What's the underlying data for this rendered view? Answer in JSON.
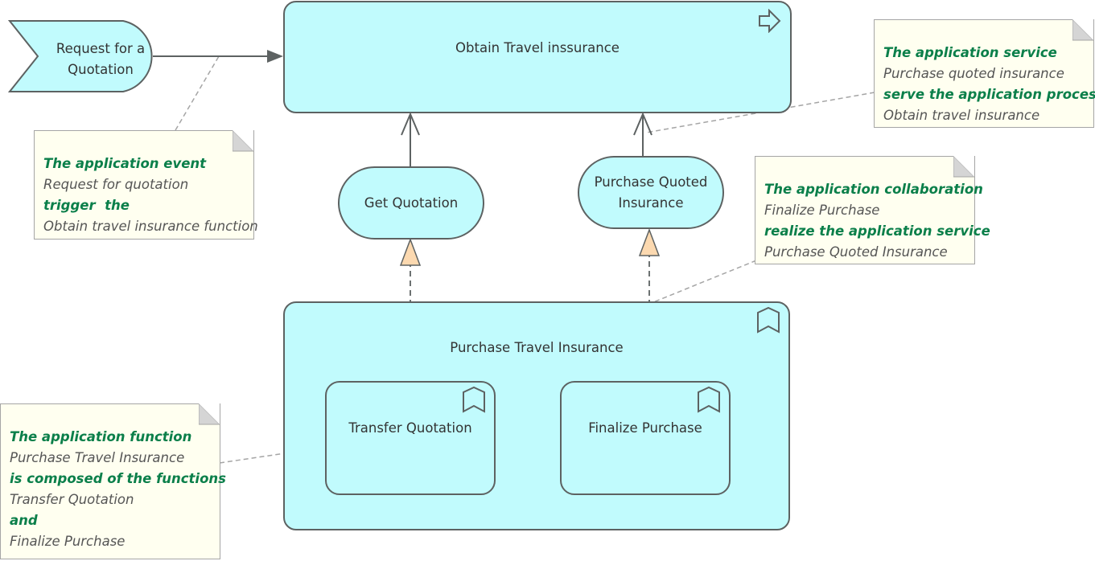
{
  "diagram": {
    "nodes": {
      "request_event": "Request for a\nQuotation",
      "obtain_travel_insurance": "Obtain Travel inssurance",
      "get_quotation": "Get Quotation",
      "purchase_quoted_insurance": "Purchase Quoted\nInsurance",
      "purchase_travel_insurance": "Purchase Travel Insurance",
      "transfer_quotation": "Transfer Quotation",
      "finalize_purchase": "Finalize Purchase"
    },
    "notes": {
      "event_note": [
        "The application event",
        "Request for quotation",
        "trigger  the",
        "Obtain travel insurance function"
      ],
      "service_note": [
        "The application service",
        "Purchase quoted insurance",
        "serve the application process",
        "Obtain travel insurance"
      ],
      "collaboration_note": [
        "The application collaboration",
        "Finalize Purchase",
        "realize the application service",
        "Purchase Quoted Insurance"
      ],
      "function_note": [
        "The application function",
        "Purchase Travel Insurance",
        "is composed of the functions",
        "Transfer Quotation",
        "and",
        "Finalize Purchase"
      ]
    },
    "colors": {
      "element_fill": "#c1fbfd",
      "element_border": "#5d6262",
      "note_fill": "#fffff0",
      "note_emphasis": "#0b7f4a",
      "note_text": "#555555",
      "realization_head": "#fcd9b0",
      "connector": "#5d6262",
      "note_link": "#a5a5a5"
    },
    "icons": {
      "process": "process-arrow-icon",
      "function": "bookmark-function-icon",
      "event": "event-chevron-icon"
    }
  }
}
